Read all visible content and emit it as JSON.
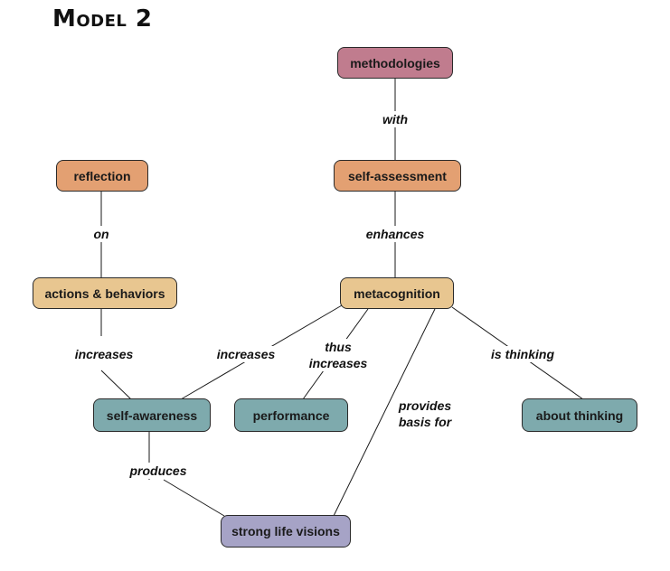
{
  "title": "Model 2",
  "nodes": {
    "methodologies": "methodologies",
    "self_assessment": "self-assessment",
    "reflection": "reflection",
    "actions_behaviors": "actions & behaviors",
    "metacognition": "metacognition",
    "self_awareness": "self-awareness",
    "performance": "performance",
    "about_thinking": "about thinking",
    "strong_life_visions": "strong life visions"
  },
  "links": {
    "with": "with",
    "on": "on",
    "enhances": "enhances",
    "increases_left": "increases",
    "increases_mid": "increases",
    "thus_increases_1": "thus",
    "thus_increases_2": "increases",
    "is_thinking": "is thinking",
    "provides_1": "provides",
    "provides_2": "basis for",
    "produces": "produces"
  },
  "colors": {
    "mauve": "#c07c8e",
    "orange": "#e3a072",
    "tan": "#e8c690",
    "teal": "#7eaaad",
    "violet": "#a6a3c6"
  }
}
